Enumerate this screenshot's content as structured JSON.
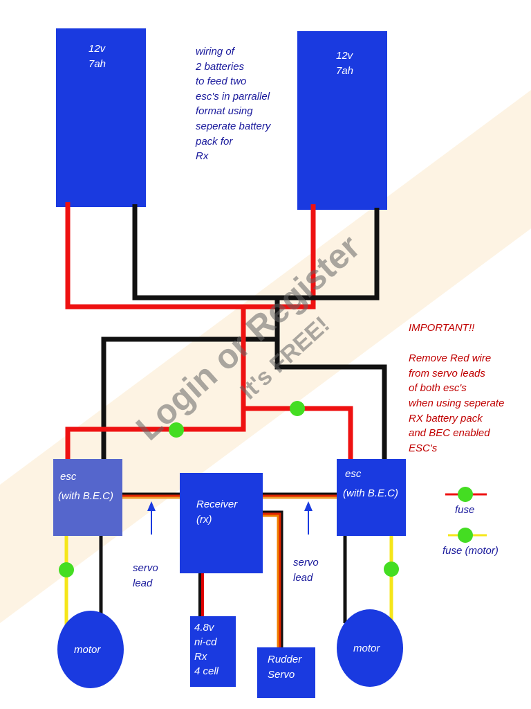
{
  "batteries": [
    {
      "voltage": "12v",
      "capacity": "7ah"
    },
    {
      "voltage": "12v",
      "capacity": "7ah"
    }
  ],
  "description": [
    "wiring of",
    "2 batteries",
    "to feed two",
    "esc's in parrallel",
    "format using",
    "seperate battery",
    "pack for",
    "Rx"
  ],
  "esc_left": {
    "line1": "esc",
    "line2": "(with B.E.C)"
  },
  "esc_right": {
    "line1": "esc",
    "line2": "(with B.E.C)"
  },
  "receiver": {
    "line1": "Receiver",
    "line2": "(rx)"
  },
  "servo_lead_left": [
    "servo",
    "lead"
  ],
  "servo_lead_right": [
    "servo",
    "lead"
  ],
  "rx_battery": [
    "4.8v",
    "ni-cd",
    "Rx",
    "4 cell"
  ],
  "rudder_servo": [
    "Rudder",
    "Servo"
  ],
  "motor_left": "motor",
  "motor_right": "motor",
  "important": [
    "IMPORTANT!!",
    "",
    "Remove Red wire",
    "from servo leads",
    "of both esc's",
    "when using seperate",
    "RX battery pack",
    "and BEC enabled",
    "ESC's"
  ],
  "legend": {
    "fuse": "fuse",
    "fuse_motor": "fuse (motor)"
  },
  "watermark": {
    "line1": "Login or Register",
    "line2": "It's FREE!"
  },
  "colors": {
    "battery": "#1a3ae0",
    "esc_left": "#5566cc",
    "red_wire": "#ee1111",
    "fuse": "#44dd22",
    "note": "#c00000"
  }
}
